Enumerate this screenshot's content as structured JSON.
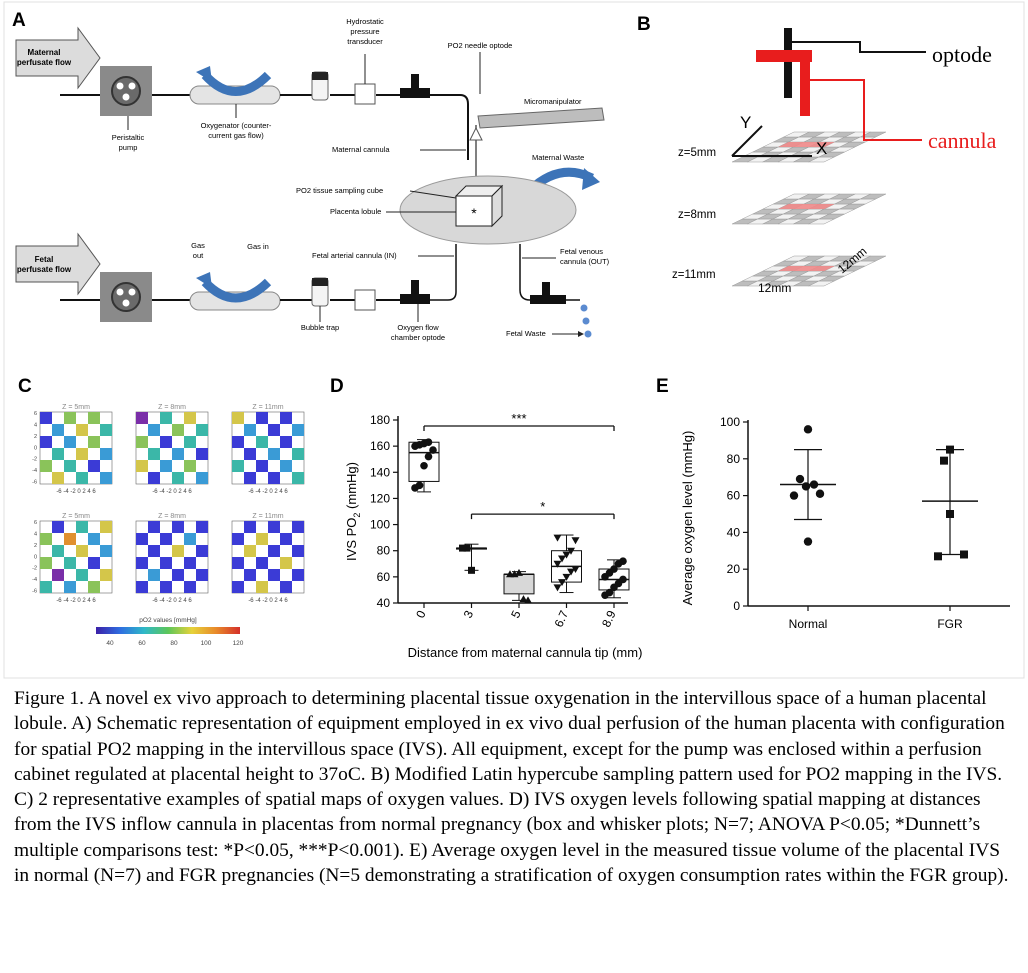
{
  "panels": {
    "A": {
      "letter": "A",
      "maternal_flow": "Maternal perfusate flow",
      "fetal_flow": "Fetal perfusate flow",
      "peristaltic_pump": "Peristaltic pump",
      "oxygenator": "Oxygenator (counter-current gas flow)",
      "hydrostatic": "Hydrostatic pressure transducer",
      "po2_optode": "PO2 needle optode",
      "micromanipulator": "Micromanipulator",
      "maternal_cannula": "Maternal cannula",
      "maternal_waste": "Maternal Waste",
      "sampling_cube": "PO2 tissue sampling cube",
      "placenta_lobule": "Placenta lobule",
      "gas_out": "Gas out",
      "gas_in": "Gas in",
      "fetal_arterial": "Fetal arterial cannula (IN)",
      "fetal_venous": "Fetal venous cannula (OUT)",
      "bubble_trap": "Bubble trap",
      "oxygen_flow_optode": "Oxygen flow chamber optode",
      "fetal_waste": "Fetal Waste",
      "cube_star": "*"
    },
    "B": {
      "letter": "B",
      "optode": "optode",
      "cannula": "cannula",
      "z1": "z=5mm",
      "z2": "z=8mm",
      "z3": "z=11mm",
      "axis_x": "X",
      "axis_y": "Y",
      "dim1": "12mm",
      "dim2": "12mm"
    },
    "C": {
      "letter": "C",
      "maps_top": [
        "Z = 5mm",
        "Z = 8mm",
        "Z = 11mm"
      ],
      "maps_bottom": [
        "Z = 5mm",
        "Z = 8mm",
        "Z = 11mm"
      ],
      "x_ticks": "-6 -4 -2 0 2 4 6",
      "y_ticks": [
        "6",
        "4",
        "2",
        "0",
        "-2",
        "-4",
        "-6"
      ],
      "colorbar_title": "pO2 values [mmHg]",
      "colorbar_ticks": [
        "40",
        "60",
        "80",
        "100",
        "120"
      ]
    },
    "D": {
      "letter": "D"
    },
    "E": {
      "letter": "E"
    }
  },
  "chart_data": [
    {
      "type": "box",
      "panel": "D",
      "xlabel": "Distance from maternal cannula tip (mm)",
      "ylabel": "IVS PO",
      "ylabel_sub": "2",
      "ylabel_unit": " (mmHg)",
      "ylim": [
        40,
        180
      ],
      "yticks": [
        40,
        60,
        80,
        100,
        120,
        140,
        160,
        180
      ],
      "categories": [
        "0",
        "3",
        "5",
        "6.7",
        "8.9"
      ],
      "boxes": [
        {
          "min": 125,
          "q1": 133,
          "median": 155,
          "q3": 163,
          "max": 165,
          "points": [
            128,
            130,
            145,
            152,
            157,
            160,
            161,
            162,
            163
          ]
        },
        {
          "min": 65,
          "q1": 82,
          "median": 82,
          "q3": 82,
          "max": 85,
          "points": [
            82,
            82,
            65
          ]
        },
        {
          "min": 42,
          "q1": 47,
          "median": 62,
          "q3": 62,
          "max": 64,
          "points": [
            62,
            62,
            63,
            43,
            42
          ]
        },
        {
          "min": 48,
          "q1": 56,
          "median": 68,
          "q3": 80,
          "max": 92,
          "points": [
            52,
            56,
            60,
            64,
            66,
            70,
            74,
            77,
            80,
            88,
            90
          ]
        },
        {
          "min": 44,
          "q1": 50,
          "median": 58,
          "q3": 66,
          "max": 73,
          "points": [
            46,
            48,
            52,
            55,
            58,
            60,
            63,
            66,
            70,
            72
          ]
        }
      ],
      "significance": [
        {
          "label": "***",
          "from": "0",
          "to": "8.9"
        },
        {
          "label": "*",
          "from": "3",
          "to": "8.9"
        }
      ]
    },
    {
      "type": "scatter",
      "panel": "E",
      "ylabel": "Average oxygen level (mmHg)",
      "ylim": [
        0,
        100
      ],
      "yticks": [
        0,
        20,
        40,
        60,
        80,
        100
      ],
      "categories": [
        "Normal",
        "FGR"
      ],
      "groups": [
        {
          "name": "Normal",
          "values": [
            96,
            69,
            60,
            61,
            65,
            35,
            66
          ],
          "mean": 66,
          "sd_low": 47,
          "sd_high": 85
        },
        {
          "name": "FGR",
          "values": [
            85,
            79,
            50,
            27,
            28
          ],
          "mean": 57,
          "sd_low": 28,
          "sd_high": 85
        }
      ]
    }
  ],
  "caption": "Figure 1. A novel ex vivo approach to determining placental tissue oxygenation in the intervillous space of a human placental lobule. A) Schematic representation of equipment employed in ex vivo dual perfusion of the human placenta with configuration for spatial PO2 mapping in the intervillous space (IVS). All equipment, except for the pump was enclosed within a perfusion cabinet regulated at placental height to 37oC. B) Modified Latin hypercube sampling pattern used for PO2 mapping in the IVS. C) 2 representative examples of spatial maps of oxygen values. D) IVS oxygen levels following spatial mapping at distances from the IVS inflow cannula in placentas from normal pregnancy (box and whisker plots; N=7; ANOVA P<0.05; *Dunnett’s multiple comparisons test: *P<0.05, ***P<0.001). E) Average oxygen level in the measured tissue volume of the placental IVS in normal (N=7) and FGR pregnancies (N=5 demonstrating a stratification of oxygen consumption rates within the FGR group)."
}
